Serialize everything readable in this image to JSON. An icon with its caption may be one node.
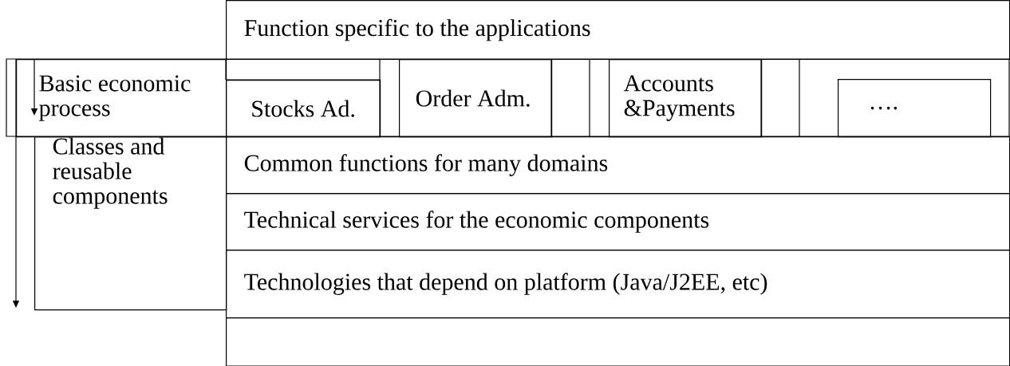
{
  "diagram": {
    "nodes": [
      {
        "text": [
          "Function specific to the applications"
        ]
      },
      {
        "text": [
          "Basic economic process"
        ]
      },
      {
        "text": [
          "Stocks Ad."
        ]
      },
      {
        "text": [
          "Order Adm."
        ]
      },
      {
        "text": [
          "Accounts &Payments"
        ]
      },
      {
        "text": [
          "…."
        ]
      },
      {
        "text": [
          "Classes and reusable components"
        ]
      },
      {
        "text": [
          "Common functions for many domains"
        ]
      },
      {
        "text": [
          "Technical services for the economic components"
        ]
      },
      {
        "text": [
          "Technologies that depend on platform (Java/J2EE, etc)"
        ]
      },
      {
        "text": [],
        "shape": "box"
      }
    ]
  }
}
